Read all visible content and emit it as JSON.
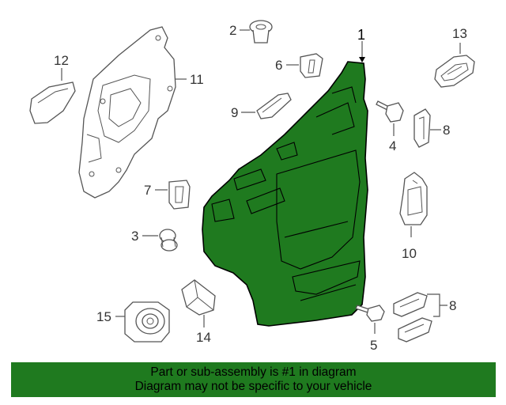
{
  "colors": {
    "highlight": "#1f7a1f",
    "footer_bg": "#1f7a1f"
  },
  "callouts": {
    "c1": "1",
    "c2": "2",
    "c3": "3",
    "c4": "4",
    "c5": "5",
    "c6": "6",
    "c7": "7",
    "c8a": "8",
    "c8b": "8",
    "c9": "9",
    "c10": "10",
    "c11": "11",
    "c12": "12",
    "c13": "13",
    "c14": "14",
    "c15": "15"
  },
  "footer": {
    "line1": "Part or sub-assembly is #1 in diagram",
    "line2": "Diagram may not be specific to your vehicle"
  }
}
